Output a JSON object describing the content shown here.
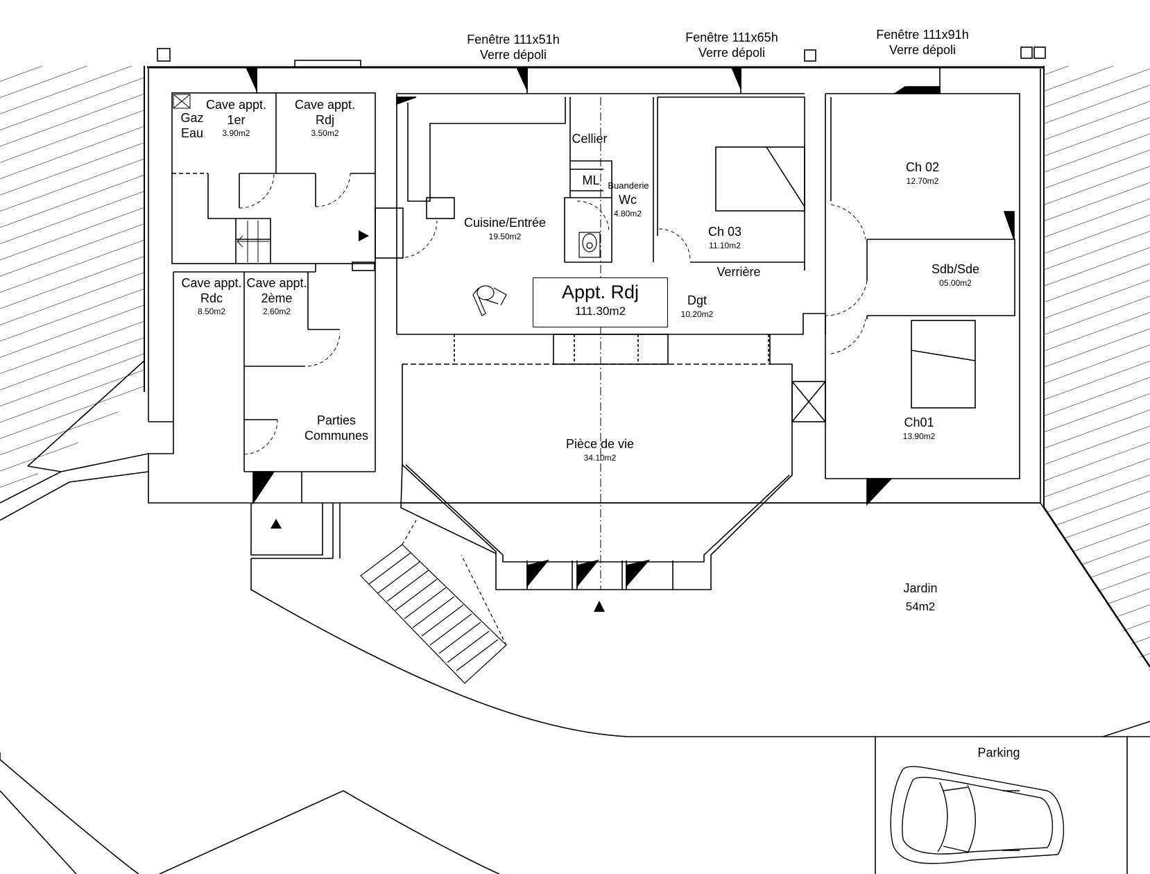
{
  "windows": [
    {
      "size": "Fenêtre 111x51h",
      "glass": "Verre dépoli"
    },
    {
      "size": "Fenêtre 111x65h",
      "glass": "Verre dépoli"
    },
    {
      "size": "Fenêtre 111x91h",
      "glass": "Verre dépoli"
    }
  ],
  "rooms": {
    "cave_1er": {
      "line1": "Cave appt.",
      "line2": "1er",
      "area": "3.90m2"
    },
    "cave_rdj": {
      "line1": "Cave appt.",
      "line2": "Rdj",
      "area": "3.50m2"
    },
    "gaz": "Gaz",
    "eau": "Eau",
    "cave_rdc": {
      "line1": "Cave appt.",
      "line2": "Rdc",
      "area": "8.50m2"
    },
    "cave_2eme": {
      "line1": "Cave appt.",
      "line2": "2ème",
      "area": "2.60m2"
    },
    "parties_communes": {
      "line1": "Parties",
      "line2": "Communes"
    },
    "cellier": "Cellier",
    "ml": "ML",
    "buanderie": "Buanderie",
    "wc": {
      "name": "Wc",
      "area": "4.80m2"
    },
    "cuisine": {
      "name": "Cuisine/Entrée",
      "area": "19.50m2"
    },
    "ch03": {
      "name": "Ch 03",
      "area": "11.10m2"
    },
    "verriere": "Verrière",
    "dgt": {
      "name": "Dgt",
      "area": "10.20m2"
    },
    "ch02": {
      "name": "Ch 02",
      "area": "12.70m2"
    },
    "sdb": {
      "name": "Sdb/Sde",
      "area": "05.00m2"
    },
    "ch01": {
      "name": "Ch01",
      "area": "13.90m2"
    },
    "piece_de_vie": {
      "name": "Pièce de vie",
      "area": "34.10m2"
    },
    "jardin": {
      "name": "Jardin",
      "area": "54m2"
    },
    "parking": "Parking"
  },
  "apartment": {
    "name": "Appt. Rdj",
    "area": "111.30m2"
  }
}
